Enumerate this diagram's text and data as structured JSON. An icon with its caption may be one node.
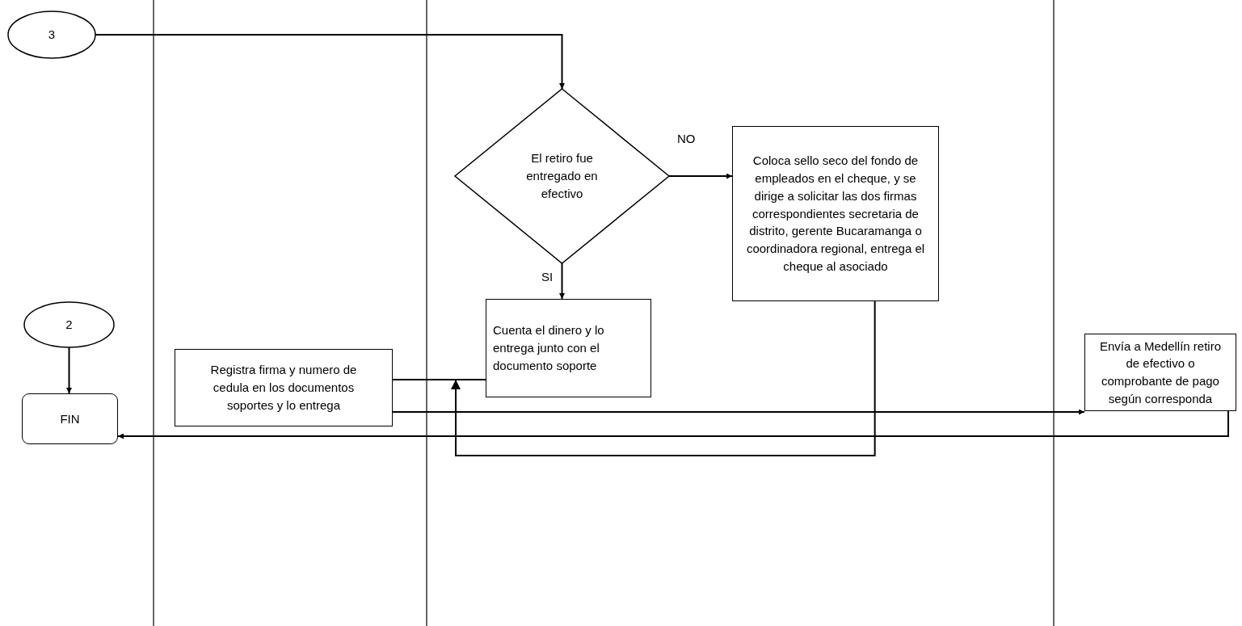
{
  "diagram": {
    "nodes": [
      {
        "text": [
          "3"
        ]
      },
      {
        "text": [
          "El retiro fue entregado en efectivo"
        ]
      },
      {
        "text": [
          "Coloca sello seco del fondo de empleados en el cheque,  y se dirige a solicitar las dos firmas correspondientes secretaria de distrito, gerente Bucaramanga o coordinadora regional, entrega el cheque al asociado"
        ]
      },
      {
        "text": [
          "Cuenta el dinero y lo entrega junto con el documento soporte"
        ]
      },
      {
        "text": [
          "2"
        ]
      },
      {
        "text": [
          "Registra firma y numero de cedula en los  documentos soportes y lo entrega"
        ]
      },
      {
        "text": [
          "Envía a Medellín retiro de efectivo o comprobante de pago según corresponda"
        ]
      },
      {
        "text": [
          "FIN"
        ]
      }
    ],
    "edges": [
      {
        "from": 0,
        "to": 1,
        "arrow": "to"
      },
      {
        "from": 1,
        "to": 2,
        "arrow": "to",
        "label": "NO"
      },
      {
        "from": 1,
        "to": 3,
        "arrow": "to",
        "label": "SI"
      },
      {
        "from": 3,
        "to": 5,
        "arrow": "to"
      },
      {
        "from": 2,
        "to": 5,
        "arrow": "to"
      },
      {
        "from": 5,
        "to": 6,
        "arrow": "to"
      },
      {
        "from": 4,
        "to": 7,
        "arrow": "to"
      },
      {
        "from": 6,
        "to": 7,
        "arrow": "to"
      }
    ]
  }
}
